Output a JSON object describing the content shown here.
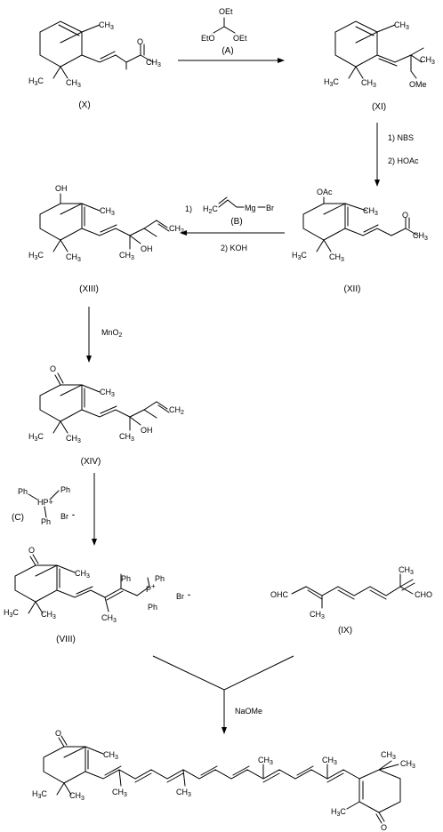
{
  "compounds": {
    "X": {
      "label": "(X)"
    },
    "XI": {
      "label": "(XI)",
      "ome": "OMe"
    },
    "XII": {
      "label": "(XII)",
      "oac": "OAc"
    },
    "XIII": {
      "label": "(XIII)",
      "oh_top": "OH",
      "oh_side": "OH"
    },
    "XIV": {
      "label": "(XIV)",
      "oh_side": "OH"
    },
    "VIII": {
      "label": "(VIII)",
      "ph1": "Ph",
      "ph2": "Ph",
      "ph3": "Ph",
      "p": "P",
      "plus": "+",
      "br": "Br",
      "minus": "-"
    },
    "IX": {
      "label": "(IX)",
      "cho_left": "OHC",
      "cho_right": "CHO"
    }
  },
  "common": {
    "methyl": "CH",
    "sub3": "3",
    "h3c": "H",
    "o": "O",
    "h2": "H",
    "ch2": "CH",
    "sub2": "2"
  },
  "reagents": {
    "A": {
      "label": "(A)",
      "et1": "OEt",
      "et2": "EtO",
      "et3": "OEt"
    },
    "step2": {
      "one": "1) NBS",
      "two": "2) HOAc"
    },
    "B": {
      "one": "1)",
      "label": "(B)",
      "mg": "Mg",
      "br": "Br",
      "two": "2) KOH"
    },
    "mno2": {
      "mn": "MnO",
      "sub": "2"
    },
    "C": {
      "label": "(C)",
      "ph1": "Ph",
      "ph2": "Ph",
      "ph3": "Ph",
      "hp": "HP+",
      "br": "Br",
      "minus": "-"
    },
    "naome": "NaOMe"
  }
}
